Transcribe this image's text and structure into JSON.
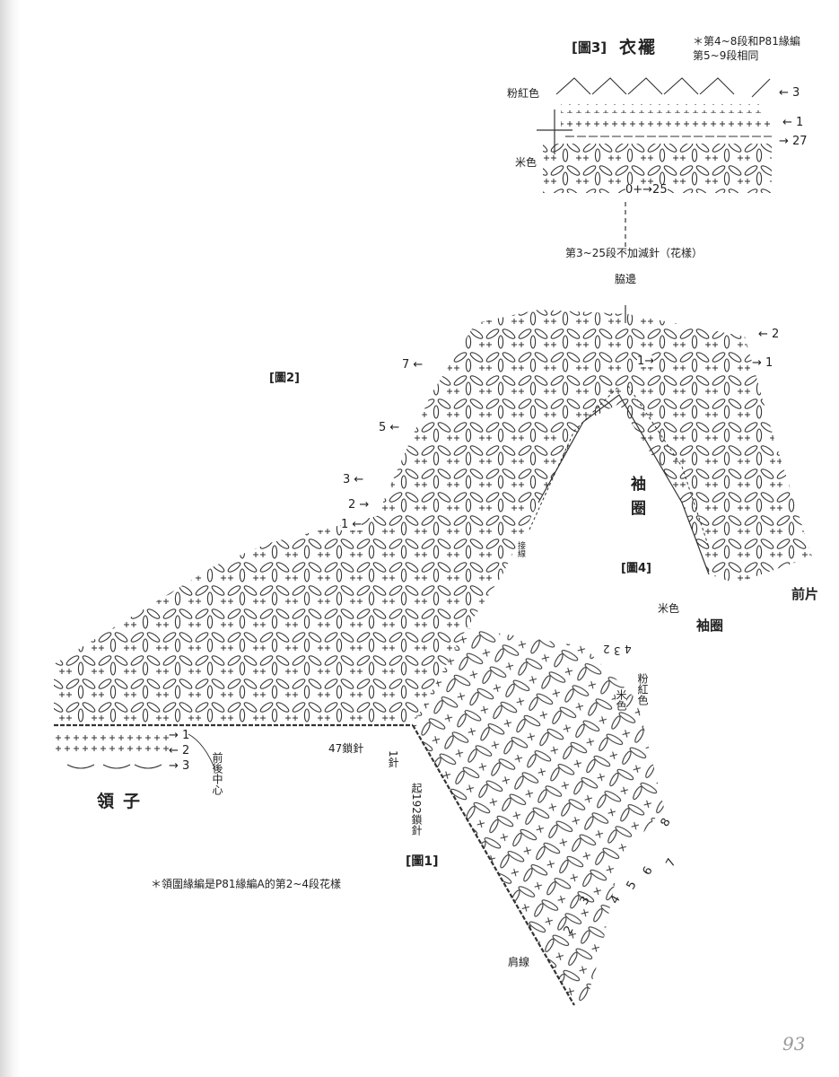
{
  "figure3": {
    "label": "[圖3]",
    "title": "衣襬",
    "note_line1": "＊第4~8段和P81緣編",
    "note_line2": "第5~9段相同",
    "color_pink": "粉紅色",
    "color_beige": "米色",
    "row_3": "← 3",
    "row_1": "← 1",
    "row_27": "→ 27",
    "row_25": "0+→25",
    "repeat_note": "第3~25段不加減針（花樣）"
  },
  "figure2": {
    "label": "[圖2]",
    "side_edge": "脇邊",
    "rows_left": [
      "7 ←",
      "5 ←",
      "3 ←",
      "2 →",
      "1 ←"
    ],
    "row_right_2": "← 2",
    "row_right_1": "→ 1",
    "row_top_1": "1→",
    "front_piece": "前片"
  },
  "figure4": {
    "label": "[圖4]",
    "armhole_vertical": "袖圈",
    "armhole": "袖圈",
    "join": "接線",
    "beige": "米色",
    "beige_lower": "米色",
    "pink_lower": "粉紅色",
    "rows": [
      "2",
      "3",
      "4"
    ]
  },
  "collar": {
    "title": "領子",
    "center": "前後中心",
    "rows": [
      "→ 1",
      "← 2",
      "→ 3"
    ]
  },
  "figure1": {
    "label": "[圖1]",
    "chain_47": "47鎖針",
    "stitch_1": "1針",
    "chain_start": "起192鎖針",
    "shoulder_line": "肩線",
    "rows": [
      "8",
      "7",
      "6",
      "5",
      "4",
      "3",
      "2"
    ]
  },
  "footnote": "＊領圍緣編是P81緣編A的第2~4段花樣",
  "page_number": "93"
}
